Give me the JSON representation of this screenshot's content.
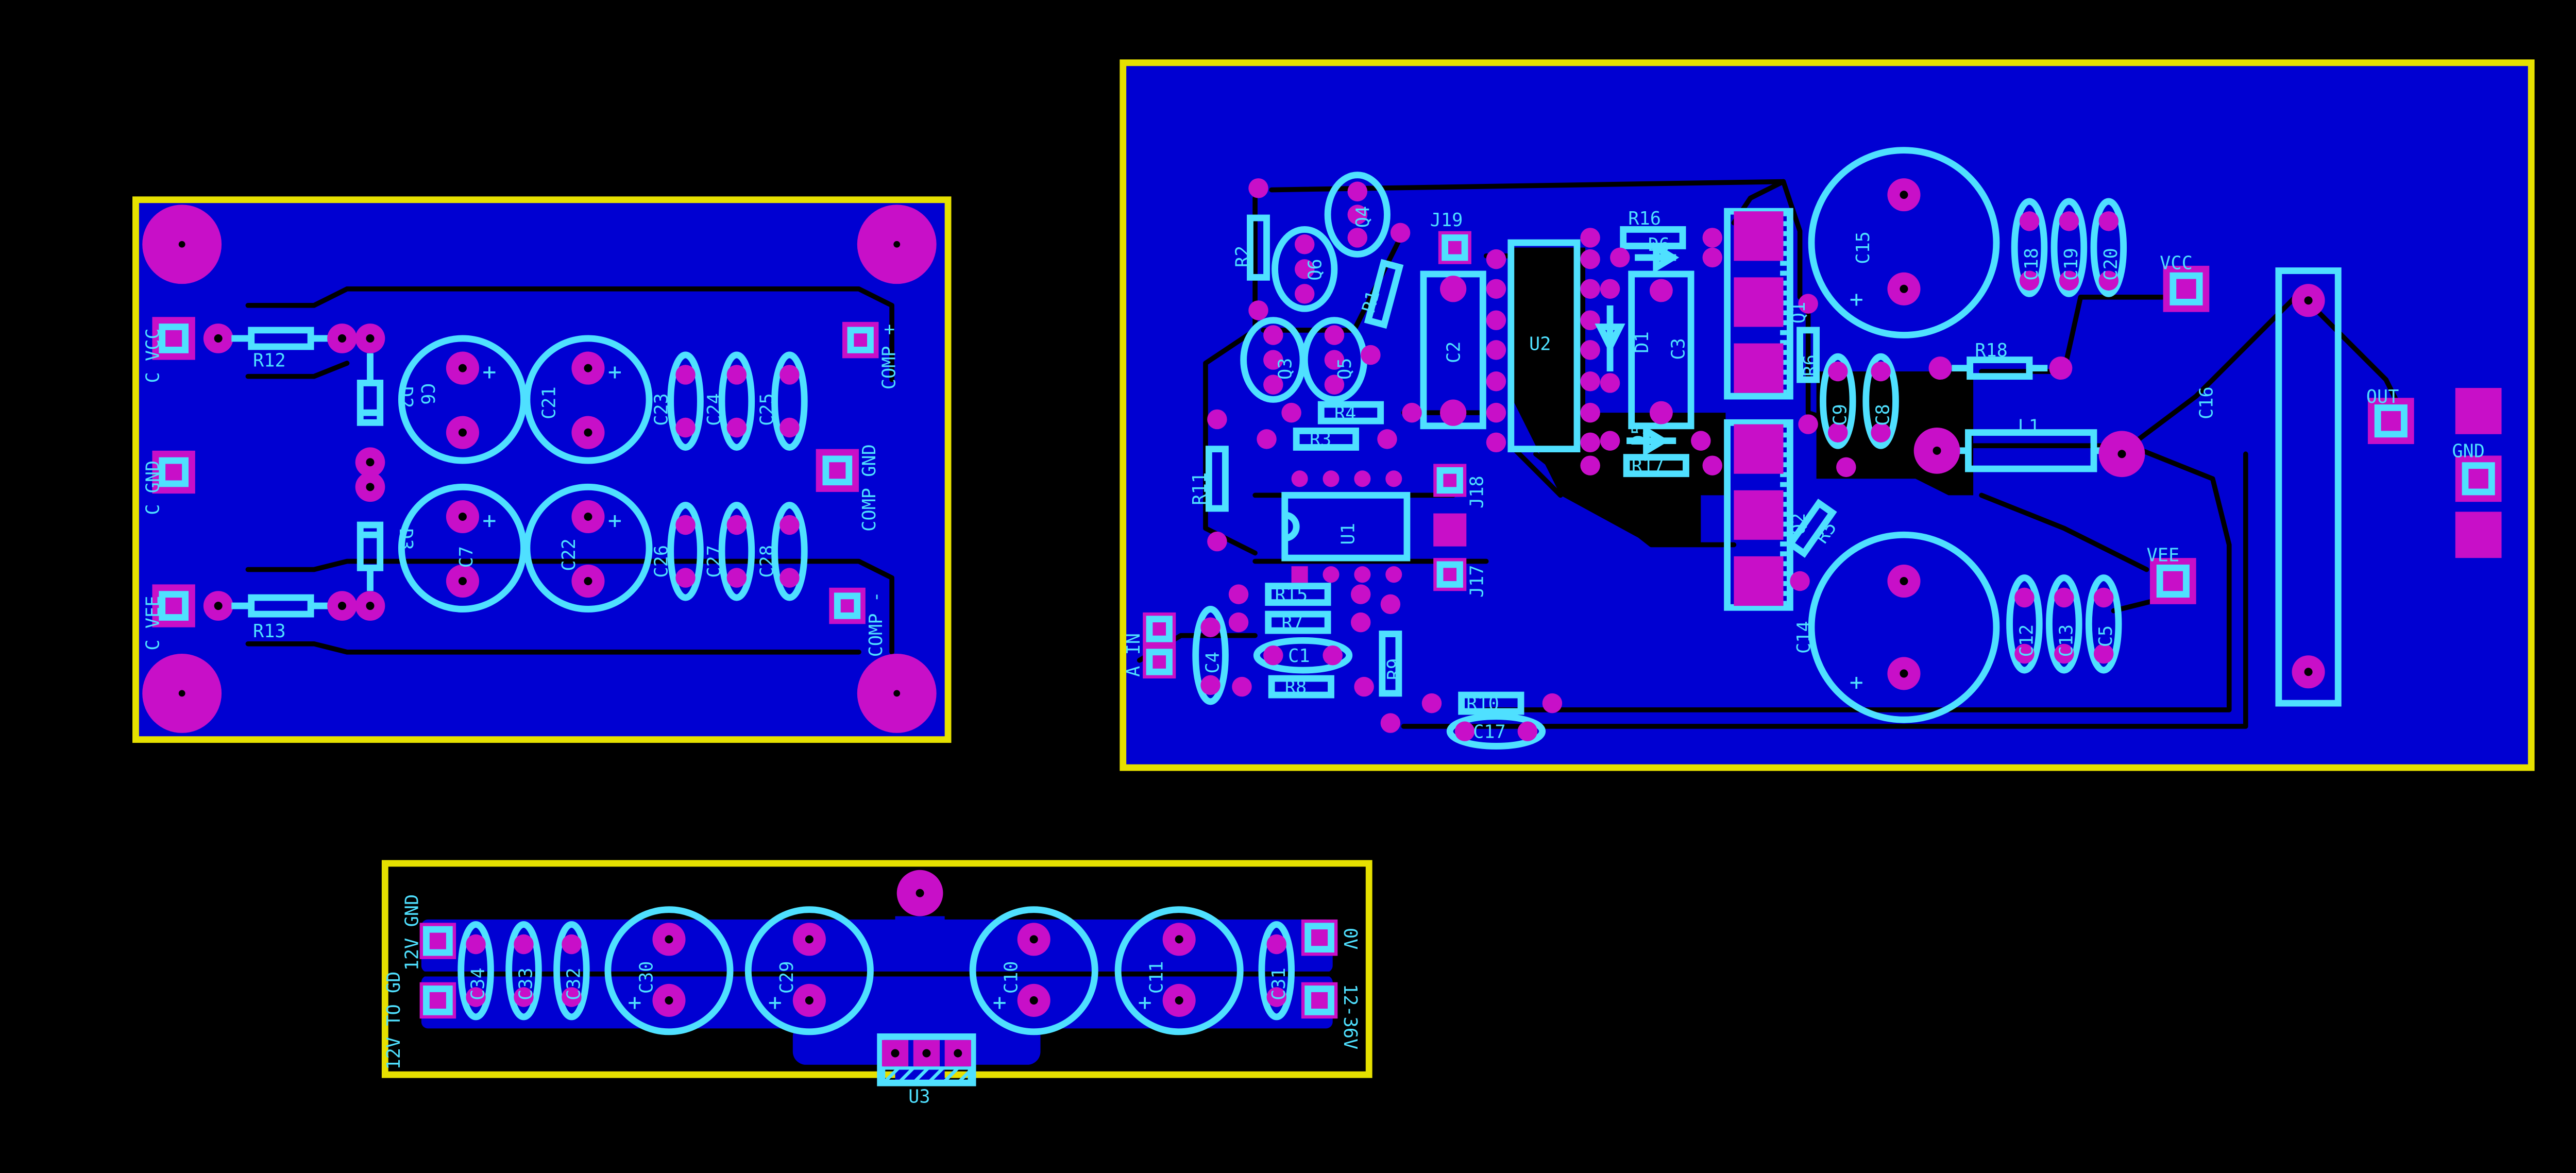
{
  "colors": {
    "background": "#000000",
    "copper": "#0000d2",
    "pad": "#c80fc8",
    "silkscreen": "#4fe0ff",
    "board_outline": "#e6e000",
    "trace": "#000000"
  },
  "board_left": {
    "connector_labels": {
      "c_vcc": "C VCC",
      "c_gnd": "C GND",
      "c_vee": "C VEE",
      "comp_plus": "COMP +",
      "comp_gnd": "COMP GND",
      "comp_minus": "COMP -"
    },
    "refs": {
      "r12": "R12",
      "r13": "R13",
      "d2": "D2",
      "d3": "D3",
      "c6": "C6",
      "c21": "C21",
      "c7": "C7",
      "c22": "C22",
      "c23": "C23",
      "c24": "C24",
      "c25": "C25",
      "c26": "C26",
      "c27": "C27",
      "c28": "C28"
    },
    "polarity": "+"
  },
  "board_right": {
    "labels": {
      "vcc": "VCC",
      "vee": "VEE",
      "out": "OUT",
      "gnd": "GND",
      "a_in": "A IN"
    },
    "refs": {
      "r2": "R2",
      "q4": "Q4",
      "q6": "Q6",
      "r1": "R1",
      "j19": "J19",
      "q3": "Q3",
      "q5": "Q5",
      "r4": "R4",
      "r3": "R3",
      "c2": "C2",
      "u2": "U2",
      "r16": "R16",
      "d6": "D6",
      "d1": "D1",
      "c3": "C3",
      "d5": "D5",
      "r17": "R17",
      "q1": "Q1",
      "r6": "R6",
      "c9": "C9",
      "c8": "C8",
      "r18": "R18",
      "l1": "L1",
      "q2": "Q2",
      "r5": "R5",
      "c15": "C15",
      "c18": "C18",
      "c19": "C19",
      "c20": "C20",
      "c16": "C16",
      "c14": "C14",
      "c12": "C12",
      "c13": "C13",
      "c5": "C5",
      "r11": "R11",
      "u1": "U1",
      "j18": "J18",
      "j17": "J17",
      "r15": "R15",
      "r7": "R7",
      "c1": "C1",
      "r8": "R8",
      "r9": "R9",
      "c4": "C4",
      "r10": "R10",
      "c17": "C17"
    },
    "polarity": "+"
  },
  "board_bottom": {
    "labels": {
      "left_12v_gnd": "12V GND",
      "left_12v_to_gd": "12V TO GD",
      "right_0v": "0V",
      "right_range": "12-36V"
    },
    "refs": {
      "c34": "C34",
      "c33": "C33",
      "c32": "C32",
      "c30": "C30",
      "c29": "C29",
      "c10": "C10",
      "c11": "C11",
      "c31": "C31",
      "u3": "U3"
    },
    "polarity": "+"
  }
}
